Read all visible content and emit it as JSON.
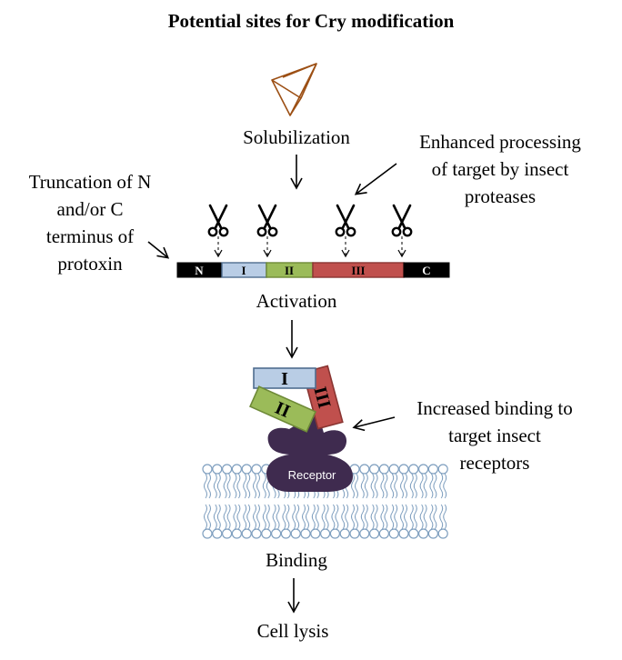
{
  "title": "Potential sites for Cry modification",
  "labels": {
    "solubilization": "Solubilization",
    "enhanced_processing": [
      "Enhanced processing",
      "of target by insect",
      "proteases"
    ],
    "truncation": [
      "Truncation of N",
      "and/or C",
      "terminus of",
      "protoxin"
    ],
    "activation": "Activation",
    "increased_binding": [
      "Increased binding to",
      "target insect",
      "receptors"
    ],
    "binding": "Binding",
    "cell_lysis": "Cell lysis"
  },
  "protoxin_segments": [
    {
      "label": "N",
      "color": "#000000",
      "text_color": "#ffffff"
    },
    {
      "label": "I",
      "color": "#b9cde5",
      "text_color": "#000000"
    },
    {
      "label": "II",
      "color": "#9bbb59",
      "text_color": "#000000"
    },
    {
      "label": "III",
      "color": "#c0504d",
      "text_color": "#000000"
    },
    {
      "label": "C",
      "color": "#000000",
      "text_color": "#ffffff"
    }
  ],
  "toxin_domains": [
    {
      "label": "I",
      "color": "#b9cde5"
    },
    {
      "label": "II",
      "color": "#9bbb59"
    },
    {
      "label": "III",
      "color": "#c0504d"
    }
  ],
  "receptor": {
    "label": "Receptor",
    "color": "#3f2b4f"
  },
  "icons": {
    "crystal": "crystal-icon",
    "scissors": "scissors-icon"
  },
  "colors": {
    "crystal_outline": "#9c4f14",
    "membrane": "#7f9fbf"
  }
}
